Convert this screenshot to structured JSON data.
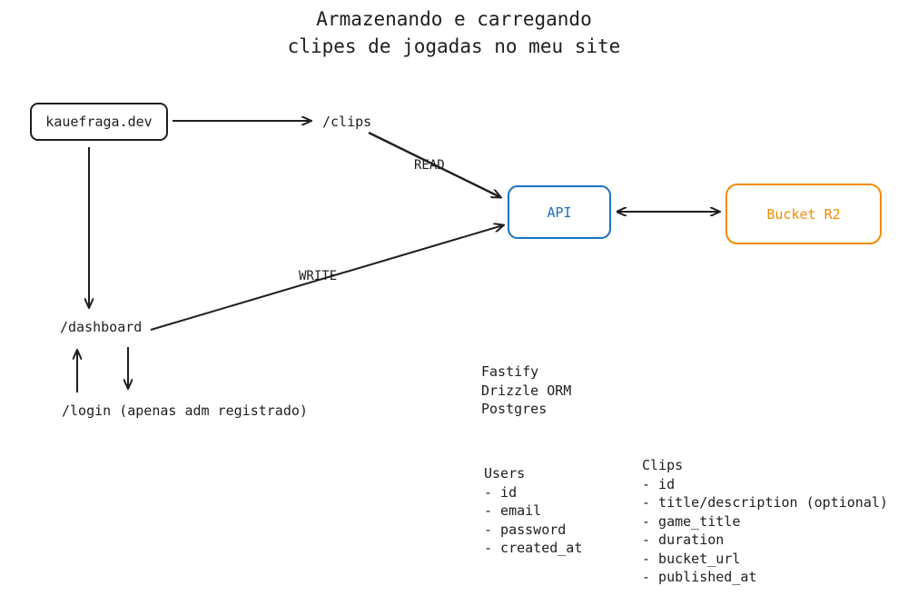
{
  "title": {
    "line1": "Armazenando e carregando",
    "line2": "clipes de jogadas no meu site"
  },
  "nodes": {
    "site": "kauefraga.dev",
    "clips_route": "/clips",
    "dashboard_route": "/dashboard",
    "login_route": "/login (apenas adm registrado)",
    "api": "API",
    "bucket": "Bucket R2"
  },
  "edges": {
    "read": "READ",
    "write": "WRITE"
  },
  "stack": [
    "Fastify",
    "Drizzle ORM",
    "Postgres"
  ],
  "users_table": {
    "name": "Users",
    "fields": [
      "- id",
      "- email",
      "- password",
      "- created_at"
    ]
  },
  "clips_table": {
    "name": "Clips",
    "fields": [
      "- id",
      "- title/description (optional)",
      "- game_title",
      "- duration",
      "- bucket_url",
      "- published_at"
    ]
  },
  "colors": {
    "stroke": "#1e1e1e",
    "api": "#1971c2",
    "bucket": "#f08c00"
  }
}
